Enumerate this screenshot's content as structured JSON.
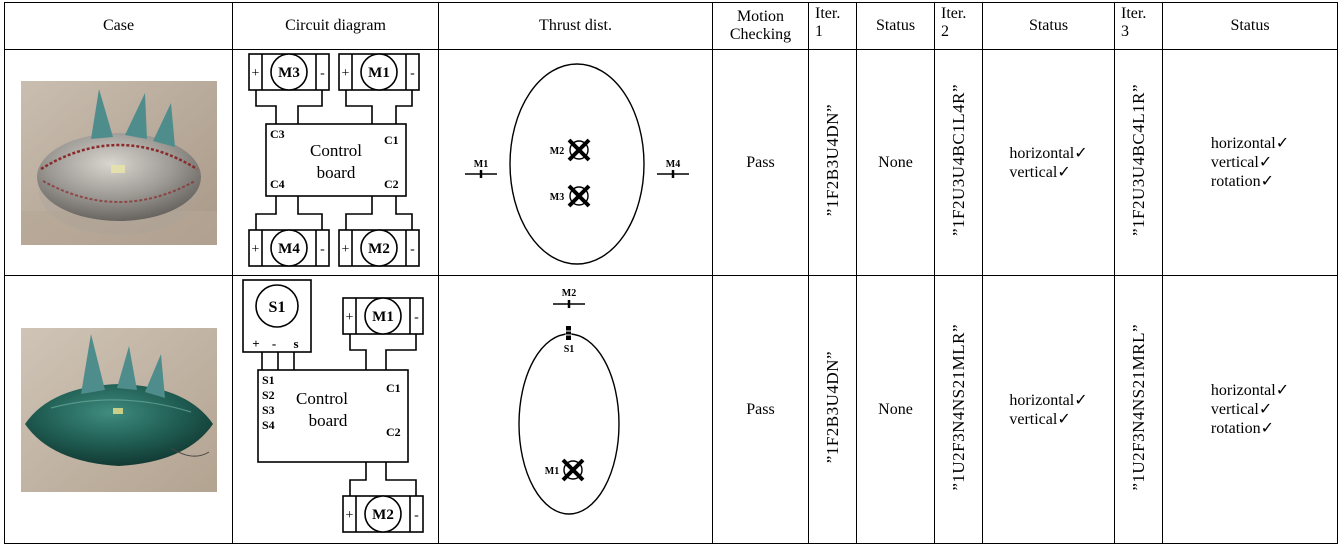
{
  "headers": {
    "case": "Case",
    "circuit": "Circuit diagram",
    "thrust": "Thrust dist.",
    "motion": [
      "Motion",
      "Checking"
    ],
    "iter1": [
      "Iter.",
      "1"
    ],
    "status1": "Status",
    "iter2": [
      "Iter.",
      "2"
    ],
    "status2": "Status",
    "iter3": [
      "Iter.",
      "3"
    ],
    "status3": "Status"
  },
  "rows": [
    {
      "circuit": {
        "motors": [
          "M3",
          "M1",
          "M4",
          "M2"
        ],
        "plus": "+",
        "minus": "-",
        "ports": [
          "C3",
          "C1",
          "C4",
          "C2"
        ],
        "board": [
          "Control",
          "board"
        ]
      },
      "thrust": {
        "labels": [
          "M1",
          "M2",
          "M3",
          "M4"
        ]
      },
      "motion": "Pass",
      "iter1": "”1F2B3U4DN”",
      "status1": "None",
      "iter2": "”1F2U3U4BC1L4R”",
      "status2": [
        "horizontal✓",
        "vertical✓"
      ],
      "iter3": "”1F2U3U4BC4L1R”",
      "status3": [
        "horizontal✓",
        "vertical✓",
        "rotation✓"
      ]
    },
    {
      "circuit": {
        "servo": "S1",
        "servo_pins": [
          "+",
          "-",
          "s"
        ],
        "motors": [
          "M1",
          "M2"
        ],
        "plus": "+",
        "minus": "-",
        "ports_left": [
          "S1",
          "S2",
          "S3",
          "S4"
        ],
        "ports_right": [
          "C1",
          "C2"
        ],
        "board": [
          "Control",
          "board"
        ]
      },
      "thrust": {
        "labels": [
          "M2",
          "S1",
          "M1"
        ]
      },
      "motion": "Pass",
      "iter1": "”1F2B3U4DN”",
      "status1": "None",
      "iter2": "”1U2F3N4NS21MLR”",
      "status2": [
        "horizontal✓",
        "vertical✓"
      ],
      "iter3": "”1U2F3N4NS21MRL”",
      "status3": [
        "horizontal✓",
        "vertical✓",
        "rotation✓"
      ]
    }
  ]
}
